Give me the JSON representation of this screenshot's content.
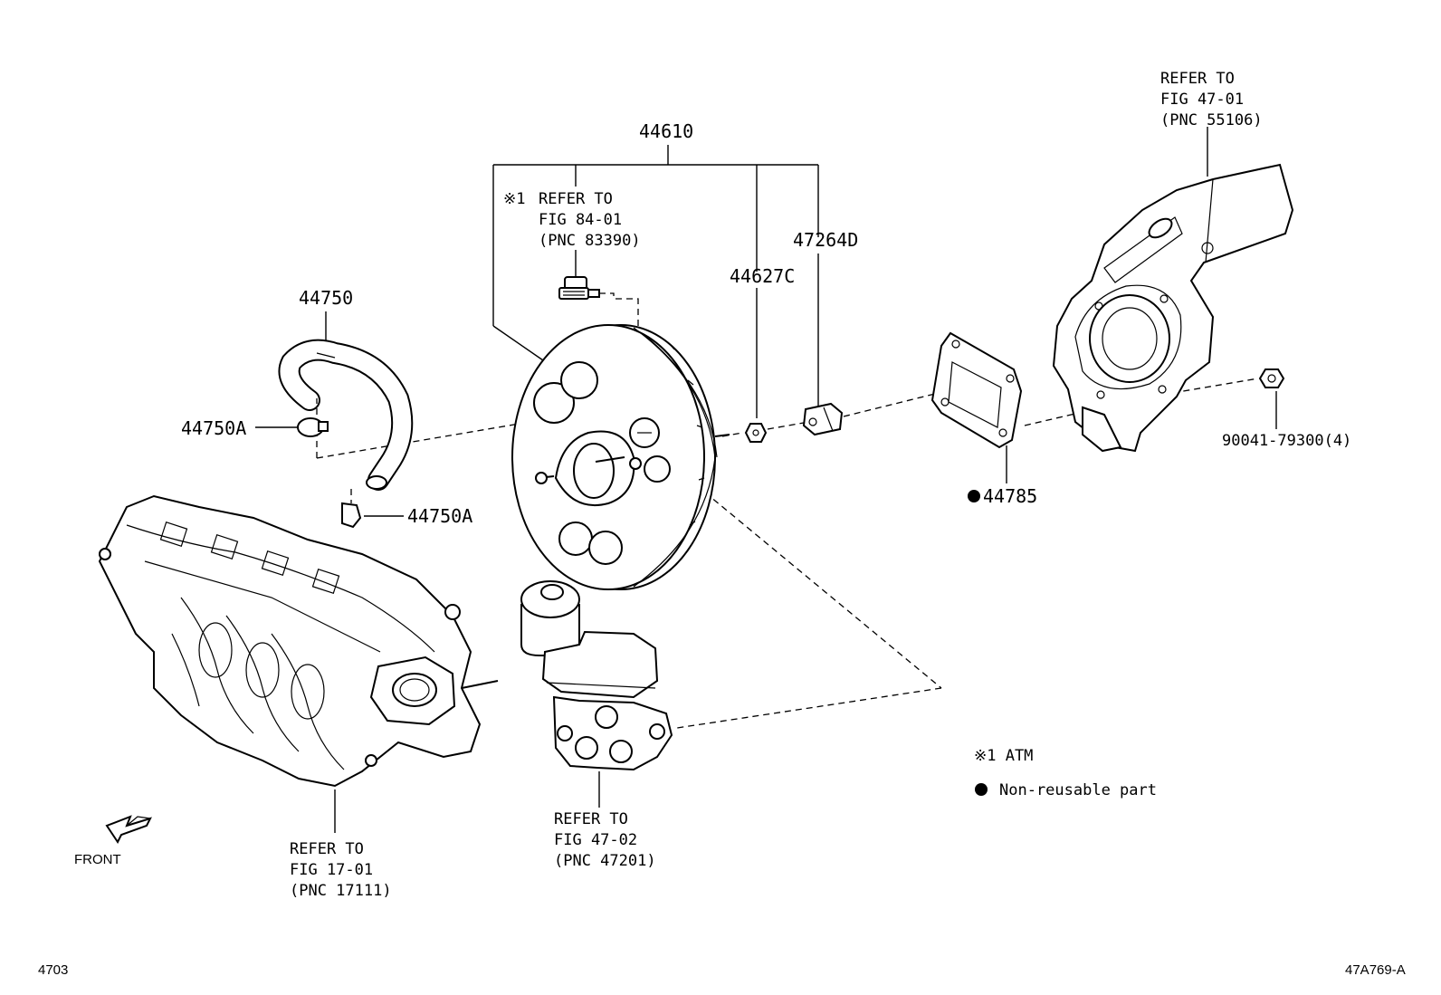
{
  "callouts": {
    "booster": "44610",
    "hose": "44750",
    "clip_upper": "44750A",
    "clip_lower": "44750A",
    "nut_small": "44627C",
    "clevis": "47264D",
    "gasket": "44785",
    "nut_bracket": "90041-79300(4)"
  },
  "refs": {
    "atm_switch": {
      "marker": "※1",
      "line1": "REFER TO",
      "line2": "FIG 84-01",
      "line3": "(PNC 83390)"
    },
    "pedal_bracket": {
      "line1": "REFER TO",
      "line2": "FIG 47-01",
      "line3": "(PNC 55106)"
    },
    "master_cylinder": {
      "line1": "REFER TO",
      "line2": "FIG 47-02",
      "line3": "(PNC 47201)"
    },
    "intake_manifold": {
      "line1": "REFER TO",
      "line2": "FIG 17-01",
      "line3": "(PNC 17111)"
    }
  },
  "legend": {
    "atm": "※1 ATM",
    "nonreusable": "Non-reusable part"
  },
  "front_label": "FRONT",
  "footer": {
    "page_code": "4703",
    "figure_code": "47A769-A"
  }
}
